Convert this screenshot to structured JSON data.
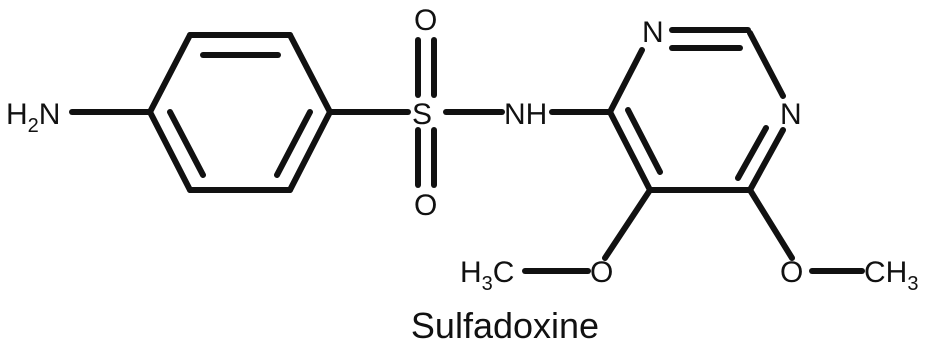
{
  "molecule": {
    "name": "Sulfadoxine"
  },
  "atoms": {
    "amine_h": "H",
    "amine_sub": "2",
    "amine_n": "N",
    "sulfur": "S",
    "oxygen_top": "O",
    "oxygen_bottom": "O",
    "sulfonamide_nh": "NH",
    "ring_n_top": "N",
    "ring_n_right": "N",
    "methoxy_o_left": "O",
    "methoxy_o_right": "O",
    "methyl_left_h": "H",
    "methyl_left_sub": "3",
    "methyl_left_c": "C",
    "methyl_right_ch": "CH",
    "methyl_right_sub": "3"
  }
}
